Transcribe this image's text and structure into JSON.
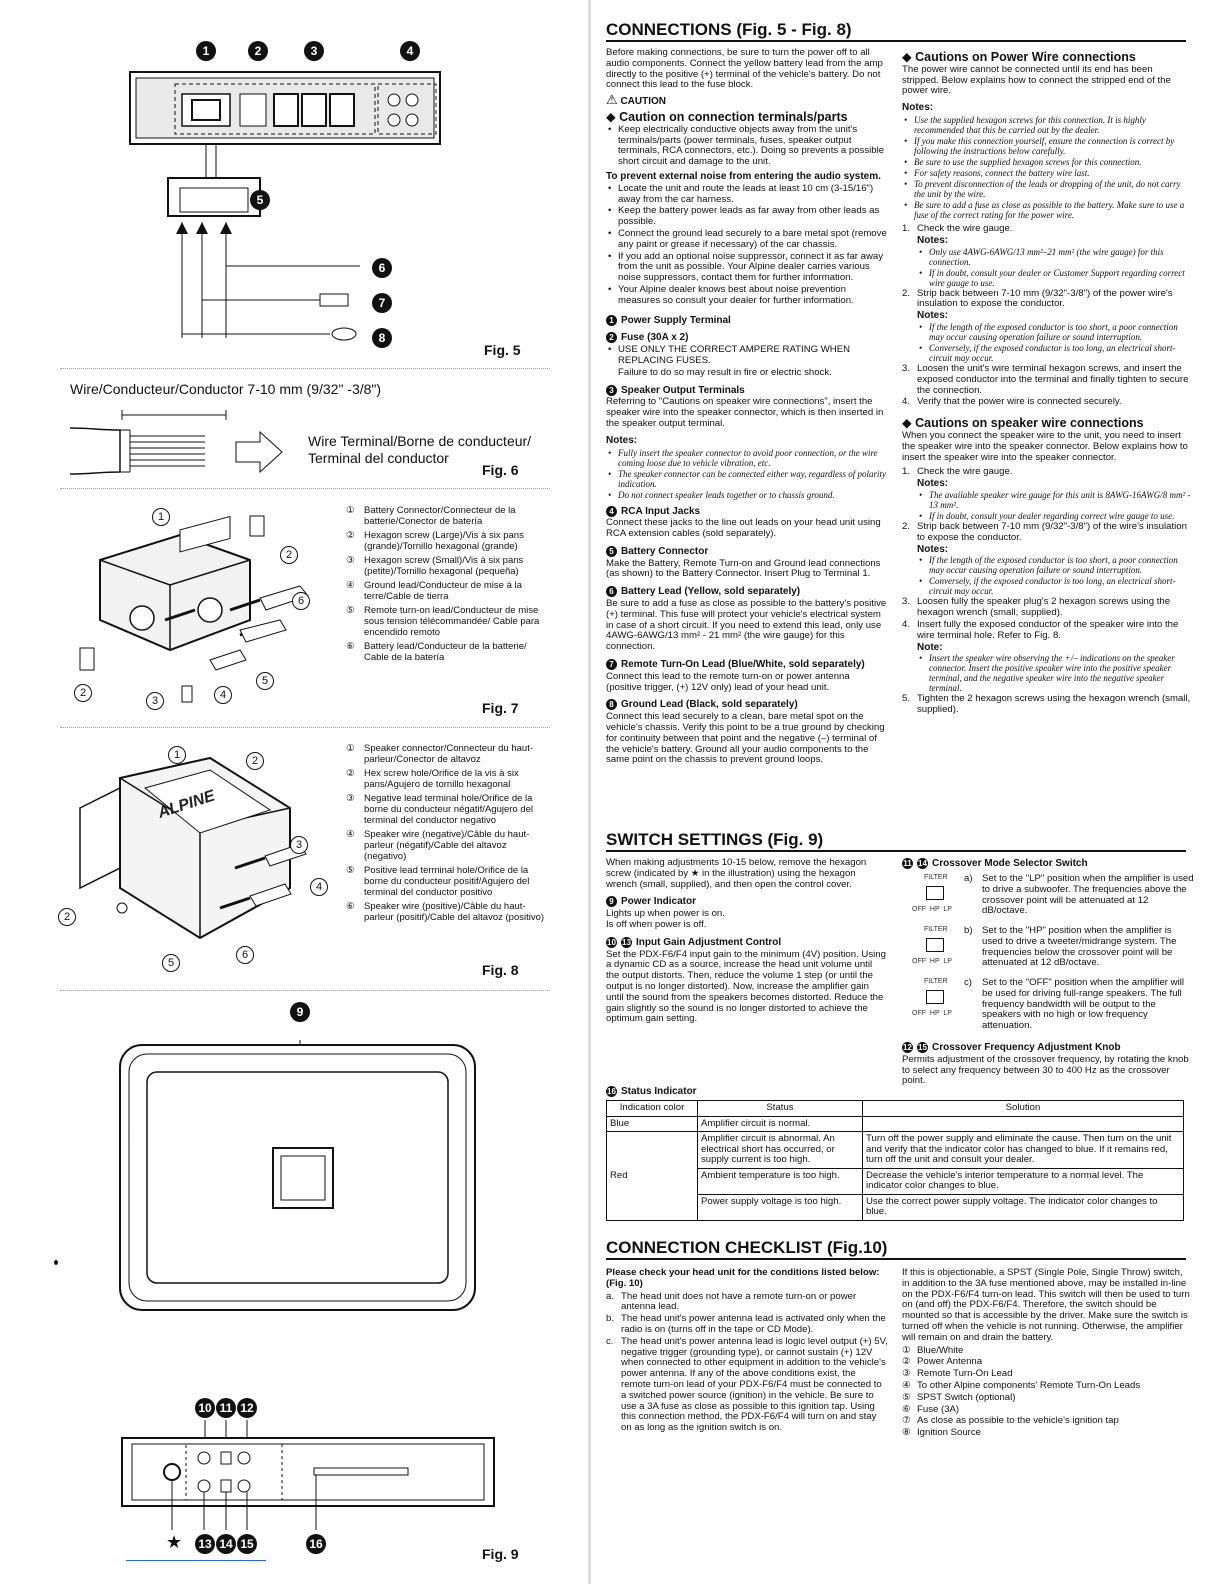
{
  "fig5": {
    "label": "Fig. 5",
    "callouts": [
      "1",
      "2",
      "3",
      "4",
      "5",
      "6",
      "7",
      "8"
    ]
  },
  "fig6": {
    "label": "Fig. 6",
    "wire_text": "Wire/Conducteur/Conductor 7-10 mm (9/32\" -3/8\")",
    "terminal_line1": "Wire Terminal/Borne de conducteur/",
    "terminal_line2": "Terminal del conductor"
  },
  "fig7": {
    "label": "Fig. 7",
    "legend": [
      {
        "n": "①",
        "t": "Battery Connector/Connecteur de la batterie/Conector de batería"
      },
      {
        "n": "②",
        "t": "Hexagon screw (Large)/Vis à six pans (grande)/Tornillo hexagonal (grande)"
      },
      {
        "n": "③",
        "t": "Hexagon screw (Small)/Vis à six pans (petite)/Tornillo hexagonal (pequeña)"
      },
      {
        "n": "④",
        "t": "Ground lead/Conducteur de mise à la terre/Cable de tierra"
      },
      {
        "n": "⑤",
        "t": "Remote turn-on lead/Conducteur de mise sous tension télécommandée/ Cable para encendido remoto"
      },
      {
        "n": "⑥",
        "t": "Battery lead/Conducteur de la batterie/ Cable de la batería"
      }
    ]
  },
  "fig8": {
    "label": "Fig. 8",
    "legend": [
      {
        "n": "①",
        "t": "Speaker connector/Connecteur du haut-parleur/Conector de altavoz"
      },
      {
        "n": "②",
        "t": "Hex screw hole/Orifice de la vis à six pans/Agujero de tornillo hexagonal"
      },
      {
        "n": "③",
        "t": "Negative lead terminal hole/Orifice de la borne du conducteur négatif/Agujero del terminal del conductor negativo"
      },
      {
        "n": "④",
        "t": "Speaker wire (negative)/Câble du haut-parleur (négatif)/Cable del altavoz (negativo)"
      },
      {
        "n": "⑤",
        "t": "Positive lead terminal hole/Orifice de la borne du conducteur positif/Agujero del terminal del conductor positivo"
      },
      {
        "n": "⑥",
        "t": "Speaker wire (positive)/Câble du haut-parleur (positif)/Cable del altavoz (positivo)"
      }
    ],
    "brand": "ALPINE"
  },
  "fig9": {
    "label": "Fig. 9",
    "callout_top": "9",
    "callouts_top": [
      "10",
      "11",
      "12"
    ],
    "callouts_bottom": [
      "13",
      "14",
      "15",
      "16"
    ],
    "star": "★"
  },
  "connections": {
    "title": "CONNECTIONS (Fig. 5 - Fig. 8)",
    "intro": "Before making connections, be sure to turn the power off to all audio components. Connect the yellow battery lead from the amp directly to the positive (+) terminal of the vehicle's battery. Do not connect this lead to the fuse block.",
    "caution_label": "CAUTION",
    "caution_heading": "Caution on connection terminals/parts",
    "caution_bullets": [
      "Keep electrically conductive objects away from the unit's terminals/parts (power terminals, fuses, speaker output terminals, RCA connectors, etc.). Doing so prevents a possible short circuit and damage to the unit."
    ],
    "noise_heading": "To prevent external noise from entering the audio system.",
    "noise_bullets": [
      "Locate the unit and route the leads at least 10 cm (3-15/16\") away from the car harness.",
      "Keep the battery power leads as far away from other leads as possible.",
      "Connect the ground lead securely to a bare metal spot (remove any paint or grease if necessary) of the car chassis.",
      "If you add an optional noise suppressor, connect it as far away from the unit as possible. Your Alpine dealer carries various noise suppressors, contact them for further information.",
      "Your Alpine dealer knows best about noise prevention measures so consult your dealer for further information."
    ],
    "item1_title": "Power Supply Terminal",
    "item2_title": "Fuse (30A x 2)",
    "item2_bullet": "USE ONLY THE CORRECT AMPERE RATING WHEN REPLACING FUSES.",
    "item2_text": "Failure to do so may result in fire or electric shock.",
    "item3_title": "Speaker Output Terminals",
    "item3_text": "Referring to \"Cautions on speaker wire connections\", insert the speaker wire into the speaker connector, which is then inserted in the speaker output terminal.",
    "notes_label": "Notes:",
    "item3_notes": [
      "Fully insert the speaker connector to avoid poor connection, or the wire coming loose due to vehicle vibration, etc.",
      "The speaker connector can be connected either way, regardless of polarity indication.",
      "Do not connect speaker leads together or to chassis ground."
    ],
    "item4_title": "RCA Input Jacks",
    "item4_text": "Connect these jacks to the line out leads on your head unit using RCA extension cables (sold separately).",
    "item5_title": "Battery Connector",
    "item5_text": "Make the Battery, Remote Turn-on and Ground lead connections (as shown) to the Battery Connector. Insert Plug to Terminal 1.",
    "item6_title": "Battery Lead (Yellow, sold separately)",
    "item6_text": "Be sure to add a fuse as close as possible to the battery's positive (+) terminal. This fuse will protect your vehicle's electrical system in case of a short circuit. If you need to extend this lead, only use 4AWG-6AWG/13 mm² - 21 mm² (the wire gauge) for this connection.",
    "item7_title": "Remote Turn-On Lead (Blue/White, sold separately)",
    "item7_text": "Connect this lead to the remote turn-on or power antenna (positive trigger, (+) 12V only) lead of your head unit.",
    "item8_title": "Ground Lead (Black, sold separately)",
    "item8_text": "Connect this lead securely to a clean, bare metal spot on the vehicle's chassis. Verify this point to be a true ground by checking for continuity between that point and the negative (–) terminal of the vehicle's battery. Ground all your audio components to the same point on the chassis to prevent ground loops."
  },
  "power_wire": {
    "heading": "Cautions on Power Wire connections",
    "intro": "The power wire cannot be connected until its end has been stripped. Below explains how to connect the stripped end of the power wire.",
    "notes_label": "Notes:",
    "notes": [
      "Use the supplied hexagon screws for this connection. It is highly recommended that this be carried out by the dealer.",
      "If you make this connection yourself, ensure the connection is correct by following the instructions below carefully.",
      "Be sure to use the supplied hexagon screws for this connection.",
      "For safety reasons, connect the battery wire last.",
      "To prevent disconnection of the leads or dropping of the unit, do not carry the unit by the wire.",
      "Be sure to add a fuse as close as possible to the battery. Make sure to use a fuse of the correct rating for the power wire."
    ],
    "step1": "Check the wire gauge.",
    "step1_notes": [
      "Only use 4AWG-6AWG/13 mm²–21 mm² (the wire gauge) for this connection.",
      "If in doubt, consult your dealer or Customer Support regarding correct wire gauge to use."
    ],
    "step2": "Strip back between 7-10 mm (9/32\"-3/8\") of the power wire's insulation to expose the conductor.",
    "step2_notes": [
      "If the length of the exposed conductor is too short, a poor connection may occur causing operation failure or sound interruption.",
      "Conversely, if the exposed conductor is too long, an electrical short-circuit may occur."
    ],
    "step3": "Loosen the unit's wire terminal hexagon screws, and insert the exposed conductor into the terminal and finally tighten to secure the connection.",
    "step4": "Verify that the power wire is connected securely."
  },
  "speaker_wire": {
    "heading": "Cautions on speaker wire connections",
    "intro": "When you connect the speaker wire to the unit, you need to insert the speaker wire into the speaker connector. Below explains how to insert the speaker wire into the speaker connector.",
    "step1": "Check the wire gauge.",
    "step1_notes": [
      "The available speaker wire gauge for this unit is 8AWG-16AWG/8 mm² - 13 mm².",
      "If in doubt, consult your dealer regarding correct wire gauge to use."
    ],
    "step2": "Strip back between 7-10 mm (9/32\"-3/8\") of the wire's insulation to expose the conductor.",
    "step2_notes": [
      "If the length of the exposed conductor is too short, a poor connection may occur causing operation failure or sound interruption.",
      "Conversely, if the exposed conductor is too long, an electrical short-circuit may occur."
    ],
    "step3": "Loosen fully the speaker plug's 2 hexagon screws using the hexagon wrench (small, supplied).",
    "step4": "Insert fully the exposed conductor of the speaker wire into the wire terminal hole. Refer to Fig. 8.",
    "note_label": "Note:",
    "step4_note": "Insert the speaker wire observing the +/– indications on the speaker connector. Insert the positive speaker wire into the positive speaker terminal, and the negative speaker wire into the negative speaker terminal.",
    "step5": "Tighten the 2 hexagon screws using the hexagon wrench (small, supplied)."
  },
  "switch": {
    "title": "SWITCH SETTINGS (Fig. 9)",
    "intro": "When making adjustments 10-15 below, remove the hexagon screw (indicated by ★ in the illustration) using the hexagon wrench (small, supplied), and then open the control cover.",
    "item9_title": "Power Indicator",
    "item9_line1": "Lights up when power is on.",
    "item9_line2": "Is off when power is off.",
    "item10_title": "Input Gain Adjustment Control",
    "item10_text": "Set the PDX-F6/F4 input gain to the minimum (4V) position. Using a dynamic CD as a source, increase the head unit volume until the output distorts. Then, reduce the volume 1 step (or until the output is no longer distorted). Now, increase the amplifier gain until the sound from the speakers becomes distorted. Reduce the gain slightly so the sound is no longer distorted to achieve the optimum gain setting.",
    "item11_title": "Crossover Mode Selector Switch",
    "filter_label": "FILTER",
    "filter_positions": "OFF  HP  LP",
    "modes": [
      {
        "k": "a)",
        "t": "Set to the \"LP\" position when the amplifier is used to drive a subwoofer. The frequencies above the crossover point will be attenuated at 12 dB/octave."
      },
      {
        "k": "b)",
        "t": "Set to the \"HP\" position when the amplifier is used to drive a tweeter/midrange system. The frequencies below the crossover point will be attenuated at 12 dB/octave."
      },
      {
        "k": "c)",
        "t": "Set to the \"OFF\" position when the amplifier will be used for driving full-range speakers. The full frequency bandwidth will be output to the speakers with no high or low frequency attenuation."
      }
    ],
    "item12_title": "Crossover Frequency Adjustment Knob",
    "item12_text": "Permits adjustment of the crossover frequency, by rotating the knob to select any frequency between 30 to 400 Hz as the crossover point.",
    "item16_title": "Status Indicator",
    "table": {
      "headers": [
        "Indication color",
        "Status",
        "Solution"
      ],
      "blue": {
        "color": "Blue",
        "status": "Amplifier circuit is normal.",
        "solution": ""
      },
      "red": {
        "color": "Red",
        "rows": [
          {
            "status": "Amplifier circuit is abnormal. An electrical short has occurred, or supply current is too high.",
            "solution": "Turn off the power supply and eliminate the cause. Then turn on the unit and verify that the indicator color has changed to blue. If it remains red, turn off the unit and consult your dealer."
          },
          {
            "status": "Ambient temperature is too high.",
            "solution": "Decrease the vehicle's interior temperature to a normal level. The indicator color changes to blue."
          },
          {
            "status": "Power supply voltage is too high.",
            "solution": "Use the correct power supply voltage. The indicator color changes to blue."
          }
        ]
      }
    }
  },
  "checklist": {
    "title": "CONNECTION CHECKLIST (Fig.10)",
    "lead": "Please check your head unit for the conditions listed below: (Fig. 10)",
    "items": [
      {
        "k": "a.",
        "t": "The head unit does not have a remote turn-on or power antenna lead."
      },
      {
        "k": "b.",
        "t": "The head unit's power antenna lead is activated only when the radio is on (turns off in the tape or CD Mode)."
      },
      {
        "k": "c.",
        "t": "The head unit's power antenna lead is logic level output (+) 5V, negative trigger (grounding type), or cannot sustain (+) 12V when connected to other equipment in addition to the vehicle's power antenna. If any of the above conditions exist, the remote turn-on lead of your PDX-F6/F4 must be connected to a switched power source (ignition) in the vehicle. Be sure to use a 3A fuse as close as possible to this ignition tap. Using this connection method, the PDX-F6/F4 will turn on and stay on as long as the ignition switch is on."
      }
    ],
    "right_text": "If this is objectionable, a SPST (Single Pole, Single Throw) switch, in addition to the 3A fuse mentioned above, may be installed in-line on the PDX-F6/F4 turn-on lead. This switch will then be used to turn on (and off) the PDX-F6/F4. Therefore, the switch should be mounted so that is accessible by the driver. Make sure the switch is turned off when the vehicle is not running. Otherwise, the amplifier will remain on and drain the battery.",
    "legend": [
      {
        "n": "①",
        "t": "Blue/White"
      },
      {
        "n": "②",
        "t": "Power Antenna"
      },
      {
        "n": "③",
        "t": "Remote Turn-On Lead"
      },
      {
        "n": "④",
        "t": "To other Alpine components' Remote Turn-On Leads"
      },
      {
        "n": "⑤",
        "t": "SPST Switch (optional)"
      },
      {
        "n": "⑥",
        "t": "Fuse (3A)"
      },
      {
        "n": "⑦",
        "t": "As close as possible to the vehicle's ignition tap"
      },
      {
        "n": "⑧",
        "t": "Ignition Source"
      }
    ]
  }
}
